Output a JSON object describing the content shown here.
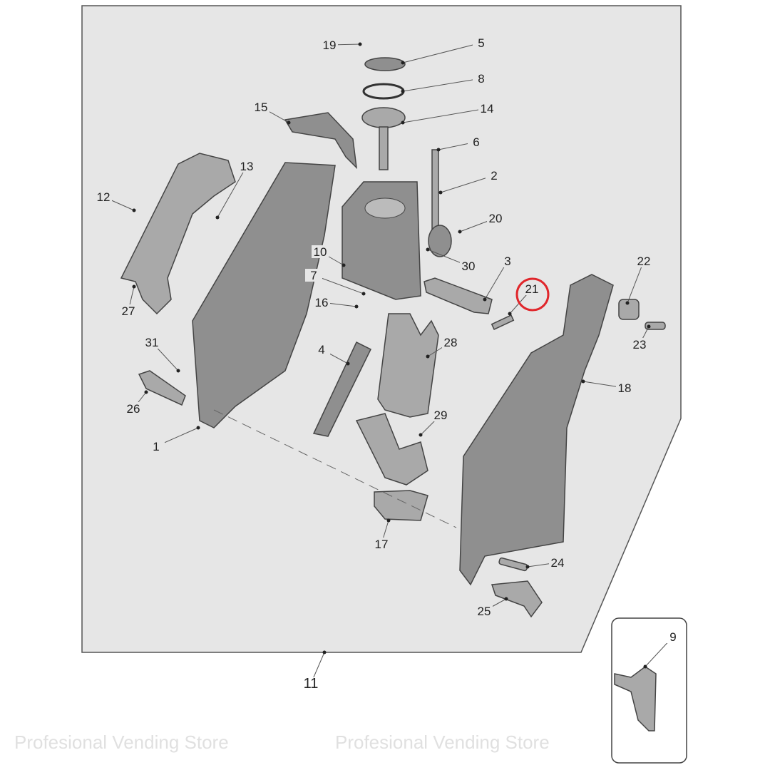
{
  "diagram": {
    "callouts": [
      "19",
      "5",
      "8",
      "15",
      "14",
      "6",
      "13",
      "2",
      "12",
      "20",
      "10",
      "30",
      "3",
      "22",
      "7",
      "21",
      "27",
      "16",
      "23",
      "31",
      "4",
      "28",
      "18",
      "26",
      "29",
      "1",
      "17",
      "24",
      "25",
      "11",
      "9"
    ],
    "highlighted": "21",
    "highlight_color": "#e0262b",
    "panel_color": "#e6e6e6",
    "part_color": "#8f8f8f"
  },
  "watermark": {
    "text": "Profesional Vending Store"
  }
}
